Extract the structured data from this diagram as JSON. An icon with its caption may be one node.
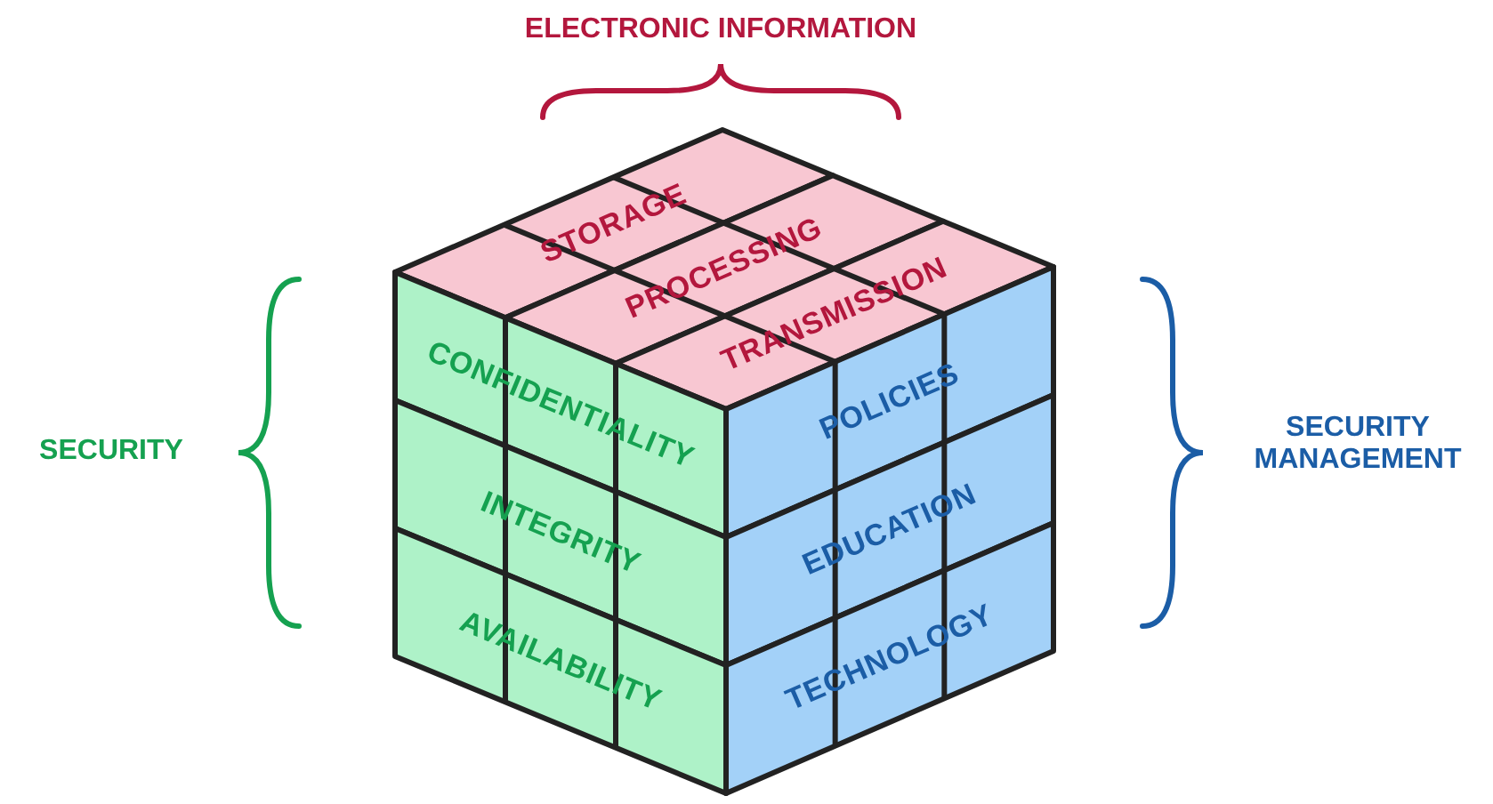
{
  "diagram": {
    "nodes": [
      {
        "text": [
          "STORAGE"
        ]
      },
      {
        "text": [
          "PROCESSING"
        ]
      },
      {
        "text": [
          "TRANSMISSION"
        ]
      },
      {
        "text": [
          "CONFIDENTIALITY"
        ]
      },
      {
        "text": [
          "INTEGRITY"
        ]
      },
      {
        "text": [
          "AVAILABILITY"
        ]
      },
      {
        "text": [
          "POLICIES"
        ]
      },
      {
        "text": [
          "EDUCATION"
        ]
      },
      {
        "text": [
          "TECHNOLOGY"
        ]
      }
    ],
    "labels": [
      "ELECTRONIC INFORMATION",
      "SECURITY",
      "SECURITY MANAGEMENT"
    ]
  }
}
